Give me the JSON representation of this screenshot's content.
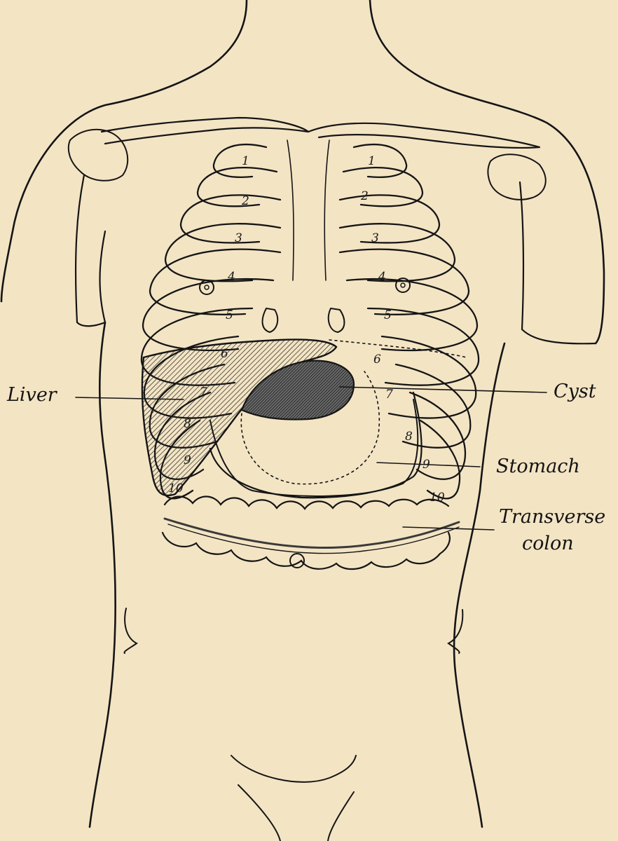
{
  "figure": {
    "background": "#f3e4c4",
    "ink": "#151515",
    "labels": {
      "liver": "Liver",
      "cyst": "Cyst",
      "stomach": "Stomach",
      "transverse": "Transverse",
      "colon": "colon"
    },
    "rib_numbers": [
      "1",
      "2",
      "3",
      "4",
      "5",
      "6",
      "7",
      "8",
      "9",
      "10"
    ]
  }
}
